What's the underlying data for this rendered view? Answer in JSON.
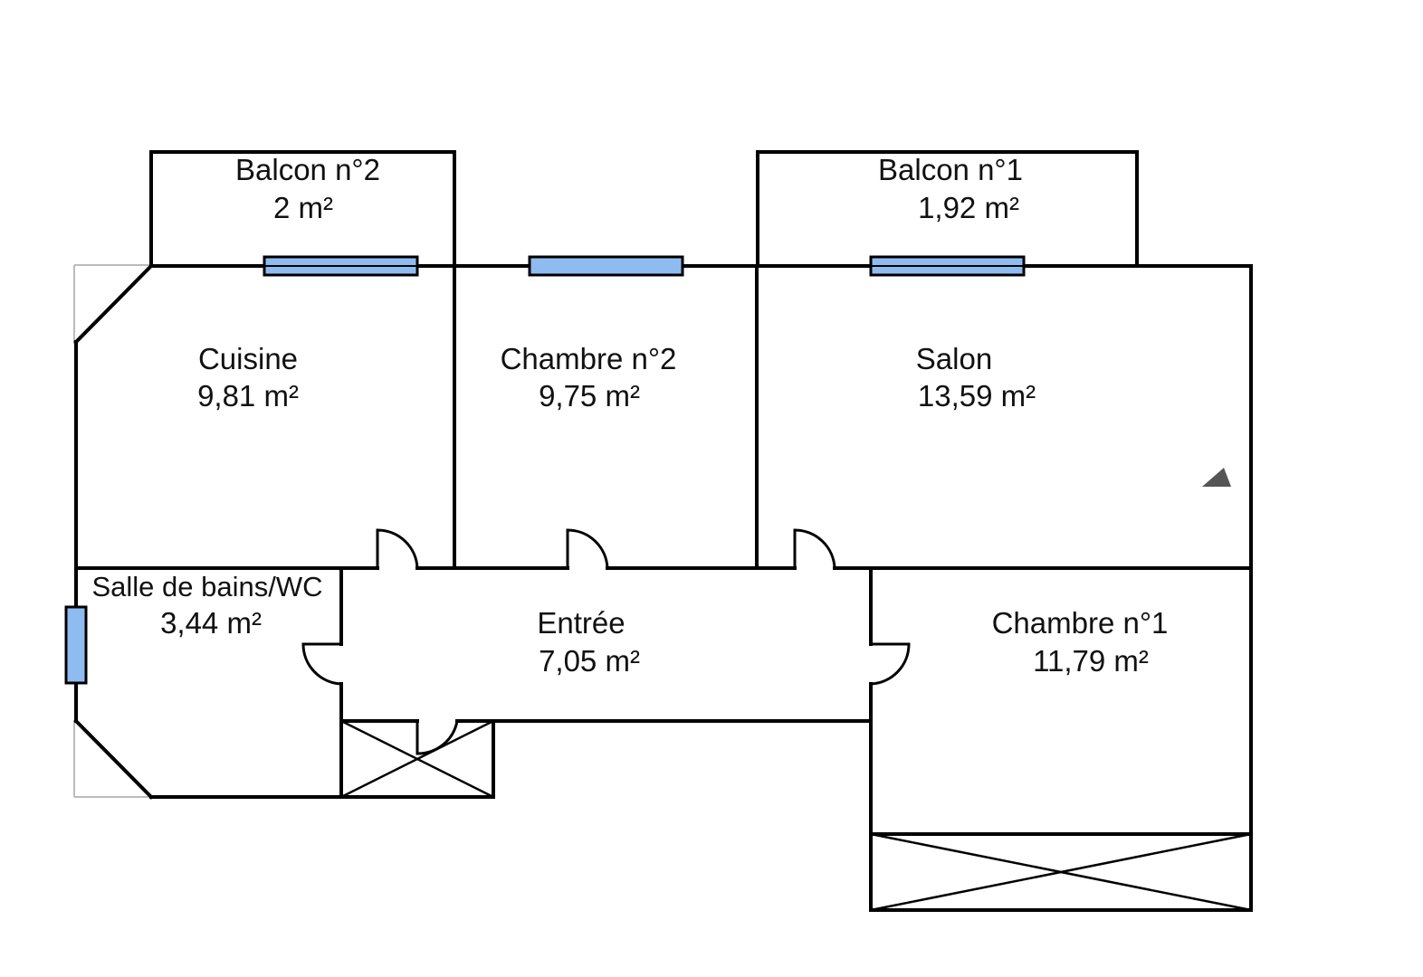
{
  "rooms": {
    "balcon2": {
      "name": "Balcon n°2",
      "area": "2  m²"
    },
    "balcon1": {
      "name": "Balcon n°1",
      "area": "1,92  m²"
    },
    "cuisine": {
      "name": "Cuisine",
      "area": "9,81  m²"
    },
    "chambre2": {
      "name": "Chambre n°2",
      "area": "9,75  m²"
    },
    "salon": {
      "name": "Salon",
      "area": "13,59  m²"
    },
    "sdb": {
      "name": "Salle de bains/WC",
      "area": "3,44  m²"
    },
    "entree": {
      "name": "Entrée",
      "area": "7,05  m²"
    },
    "chambre1": {
      "name": "Chambre n°1",
      "area": "11,79  m²"
    }
  },
  "colors": {
    "wall": "#000000",
    "window": "#8fbcf0",
    "marker": "#555555"
  },
  "icons": {
    "orientation": "triangle-marker-icon"
  }
}
